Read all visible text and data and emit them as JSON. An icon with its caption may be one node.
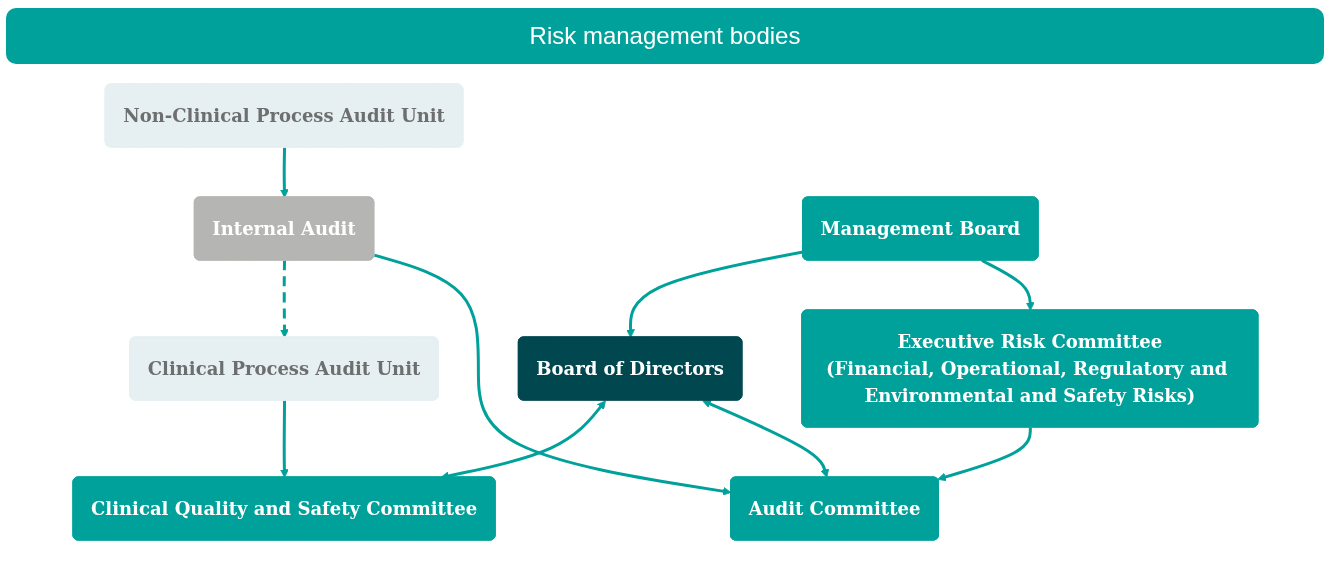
{
  "diagram": {
    "title": "Risk management bodies",
    "nodes": [
      {
        "text": [
          "Board of Directors"
        ]
      },
      {
        "text": [
          "Audit Committee"
        ]
      },
      {
        "text": [
          "Clinical Quality and Safety Committee"
        ]
      },
      {
        "text": [
          "Internal Audit"
        ]
      },
      {
        "text": [
          "Non-Clinical Process Audit Unit"
        ]
      },
      {
        "text": [
          "Clinical Process Audit Unit"
        ]
      },
      {
        "text": [
          "Executive Risk Committee",
          "(Financial, Operational, Regulatory and Environmental and Safety Risks)"
        ]
      },
      {
        "text": [
          "Management Board"
        ]
      }
    ],
    "edges": [
      {
        "from": 0,
        "to": 1,
        "arrow": "both"
      },
      {
        "from": 0,
        "to": 2,
        "arrow": "both"
      },
      {
        "from": 3,
        "to": 1,
        "arrow": "to"
      },
      {
        "from": 4,
        "to": 3,
        "arrow": "to"
      },
      {
        "from": 3,
        "to": 5,
        "arrow": "to",
        "style": "dashed"
      },
      {
        "from": 5,
        "to": 2,
        "arrow": "to"
      },
      {
        "from": 7,
        "to": 6,
        "arrow": "to"
      },
      {
        "from": 6,
        "to": 1,
        "arrow": "to"
      },
      {
        "from": 7,
        "to": 0,
        "arrow": "to"
      }
    ]
  }
}
